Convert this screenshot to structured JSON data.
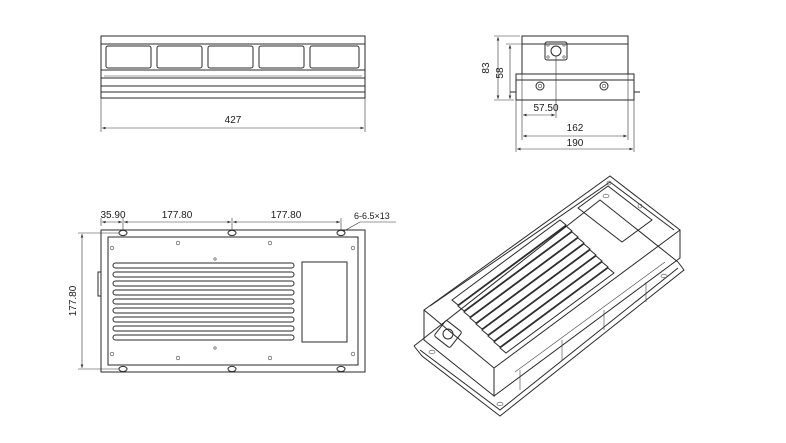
{
  "front_view": {
    "width_label": "427"
  },
  "side_view": {
    "height_outer_label": "83",
    "height_inner_label": "58",
    "offset_label": "57.50",
    "inner_width_label": "162",
    "outer_width_label": "190"
  },
  "top_view": {
    "edge_offset_label": "35.90",
    "spacing_1_label": "177.80",
    "spacing_2_label": "177.80",
    "holes_label": "6-6.5×13",
    "depth_label": "177.80"
  },
  "iso_view": {
    "icon": "heatsink-enclosure-isometric"
  }
}
